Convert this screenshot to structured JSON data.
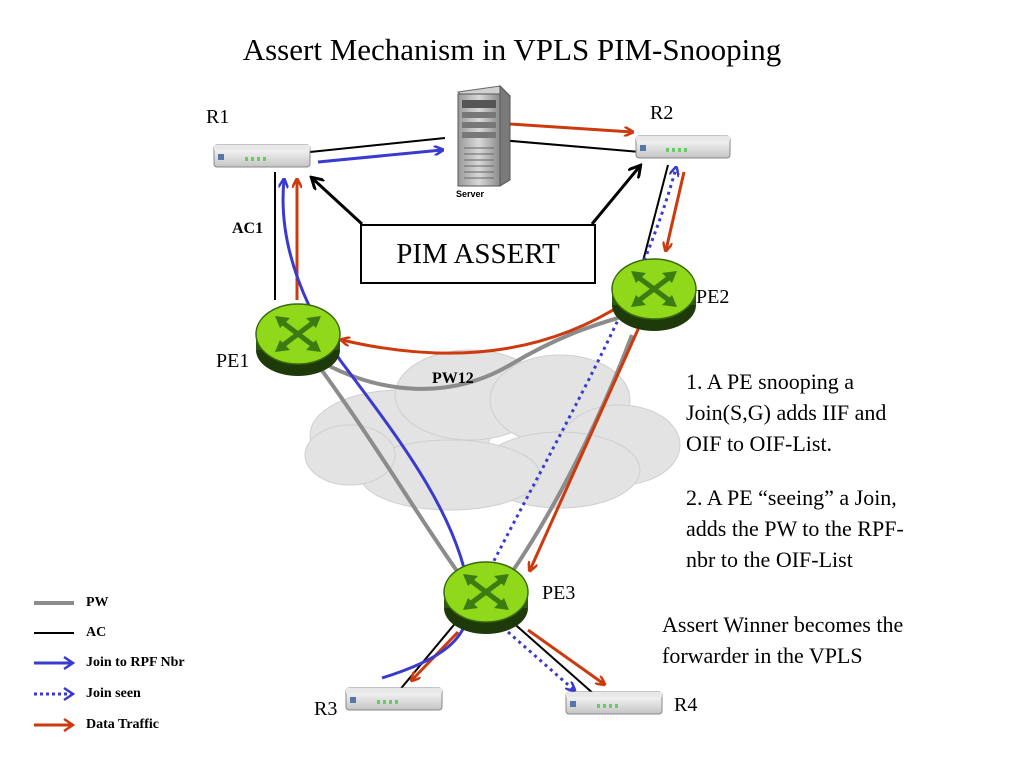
{
  "title": "Assert Mechanism in VPLS PIM-Snooping",
  "nodes": {
    "r1": "R1",
    "r2": "R2",
    "r3": "R3",
    "r4": "R4",
    "server": "Server",
    "pe1": "PE1",
    "pe2": "PE2",
    "pe3": "PE3"
  },
  "links": {
    "ac1": "AC1",
    "pw12": "PW12"
  },
  "assert_box": "PIM ASSERT",
  "notes": {
    "note1_line1": "1. A PE snooping a",
    "note1_line2": "Join(S,G) adds IIF and",
    "note1_line3": "OIF to OIF-List.",
    "note2_line1": "2. A PE “seeing” a Join,",
    "note2_line2": "adds the PW to the RPF-",
    "note2_line3": "nbr to the OIF-List",
    "note3_line1": "Assert Winner becomes the",
    "note3_line2": "forwarder in the VPLS"
  },
  "legend": {
    "pw": "PW",
    "ac": "AC",
    "join_rpf": "Join to RPF Nbr",
    "join_seen": "Join seen",
    "data_traffic": "Data Traffic"
  },
  "colors": {
    "pw_line": "#8c8c8c",
    "ac_line": "#000000",
    "join_blue": "#3a3acf",
    "data_red": "#cc3a0e",
    "pe_green": "#8fd81a",
    "cloud": "#e2e2e2"
  }
}
